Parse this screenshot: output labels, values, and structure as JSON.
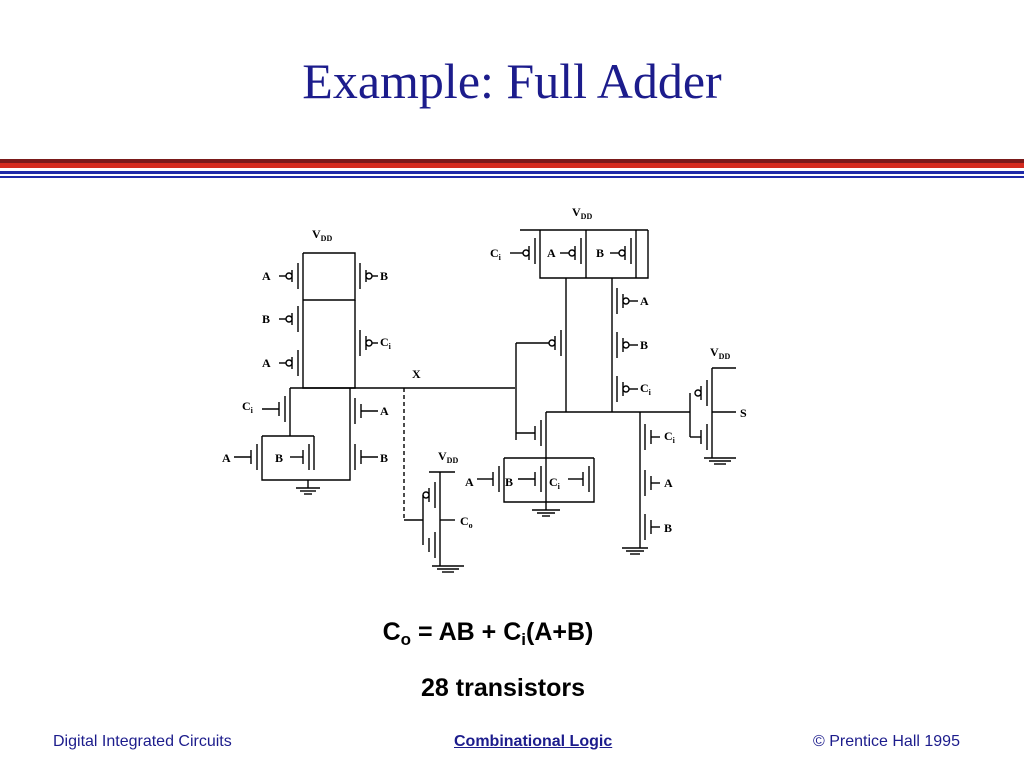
{
  "slide": {
    "title": "Example: Full Adder",
    "equation": {
      "c": "C",
      "o": "o",
      "rest1": " = AB + C",
      "i": "i",
      "rest2": "(A+B)"
    },
    "transistor_count": "28 transistors"
  },
  "footer": {
    "left": "Digital Integrated Circuits",
    "center": "Combinational Logic",
    "right": "© Prentice Hall 1995"
  },
  "diagram": {
    "labels": {
      "v": "V",
      "dd": "DD",
      "a": "A",
      "b": "B",
      "c": "C",
      "i": "i",
      "o": "o",
      "x": "X",
      "s": "S"
    }
  },
  "colors": {
    "title": "#1c1c8c",
    "bar_dark_red": "#7a1a1a",
    "bar_red": "#d42a1e",
    "bar_blue": "#1f2aa8"
  }
}
